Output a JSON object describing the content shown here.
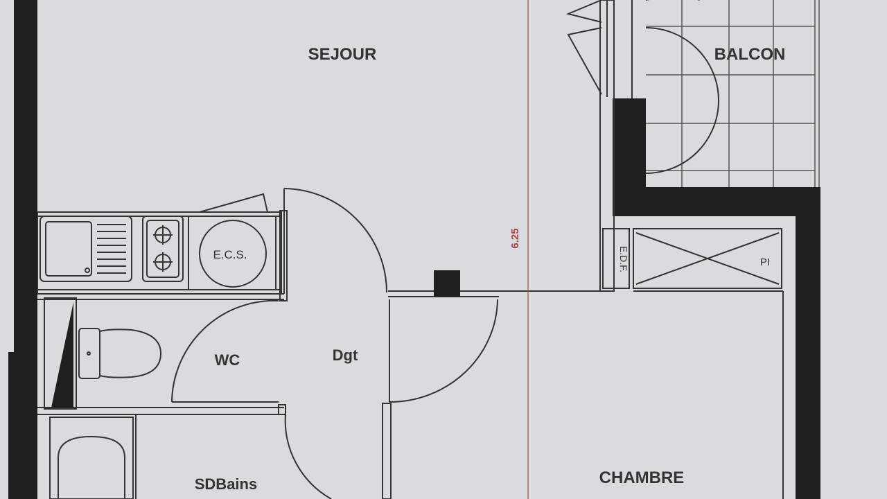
{
  "labels": {
    "sejour": "SEJOUR",
    "balcon": "BALCON",
    "ecs": "E.C.S.",
    "edf": "E.D.F.",
    "pi": "PI",
    "wc": "WC",
    "dgt": "Dgt",
    "sdbains": "SDBains",
    "chambre": "CHAMBRE",
    "dimension": "6.25"
  },
  "colors": {
    "paper": "#d9dbdc",
    "wall": "#1c1c1c",
    "line": "#2f2f2f",
    "dimension": "#b0413e"
  }
}
